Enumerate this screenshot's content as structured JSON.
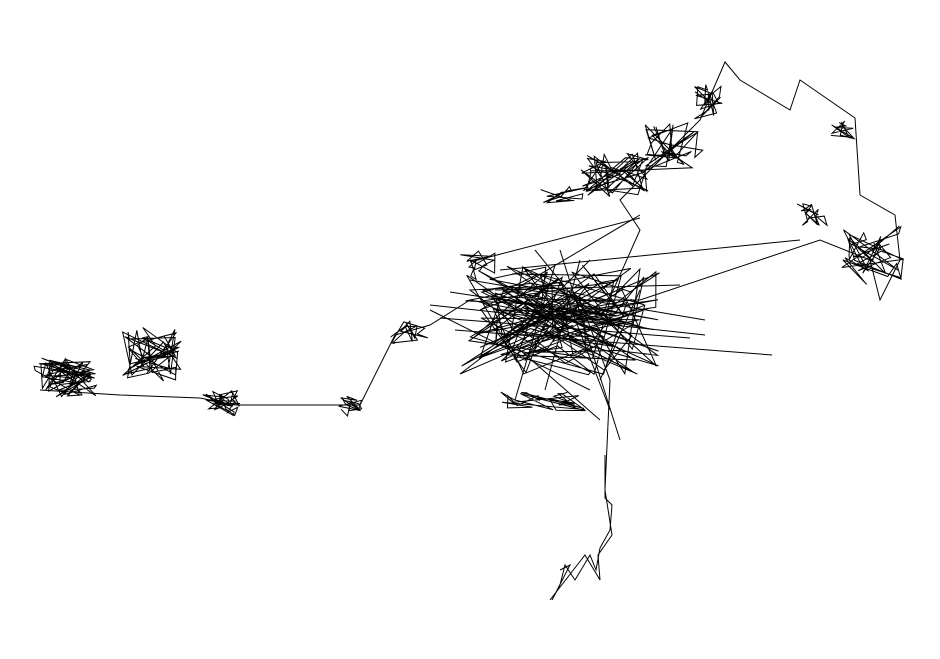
{
  "figure": {
    "kind": "line-scribble",
    "background_color": "#ffffff",
    "stroke_color": "#000000",
    "clusters": [
      "left-cluster",
      "left-center-cluster",
      "middle-left-cluster",
      "center-hub-cluster",
      "upper-right-cluster",
      "far-right-cluster",
      "bottom-tail"
    ]
  }
}
